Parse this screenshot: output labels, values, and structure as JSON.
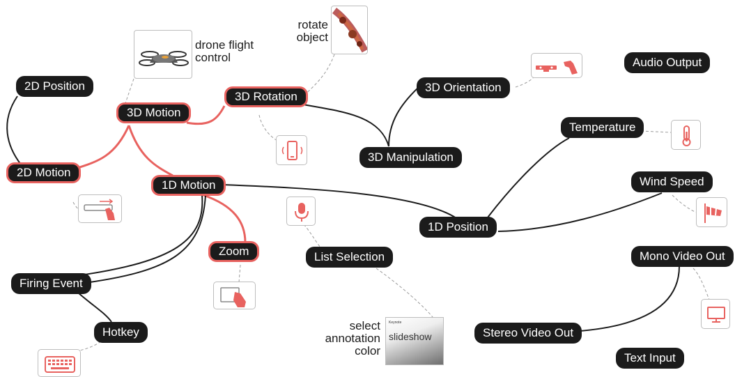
{
  "colors": {
    "highlight": "#e8625f",
    "node_bg": "#1b1b1b",
    "dashed": "#9a9a9a"
  },
  "nodes": {
    "pos2d": "2D Position",
    "motion3d": "3D Motion",
    "rotation3d": "3D Rotation",
    "orientation3d": "3D Orientation",
    "manipulation3d": "3D Manipulation",
    "audio_output": "Audio Output",
    "temperature": "Temperature",
    "motion2d": "2D Motion",
    "motion1d": "1D Motion",
    "wind_speed": "Wind Speed",
    "pos1d": "1D Position",
    "zoom": "Zoom",
    "list_selection": "List Selection",
    "mono_video": "Mono Video Out",
    "firing_event": "Firing Event",
    "hotkey": "Hotkey",
    "stereo_video": "Stereo Video Out",
    "text_input": "Text Input"
  },
  "annotations": {
    "drone_line1": "drone flight",
    "drone_line2": "control",
    "rotate_line1": "rotate",
    "rotate_line2": "object",
    "select_line1": "select",
    "select_line2": "annotation",
    "select_line3": "color",
    "slide_text": "slideshow",
    "slide_small": "Keynote"
  },
  "icons": {
    "drone": "drone-image-icon",
    "rotate": "rotate-object-image-icon",
    "kinect": "kinect-hand-icon",
    "phone": "phone-tilt-icon",
    "thermometer": "thermometer-icon",
    "slider": "slider-swipe-icon",
    "windsock": "windsock-icon",
    "microphone": "microphone-icon",
    "pinch": "touch-pinch-icon",
    "monitor": "monitor-icon",
    "keyboard": "keyboard-icon"
  }
}
